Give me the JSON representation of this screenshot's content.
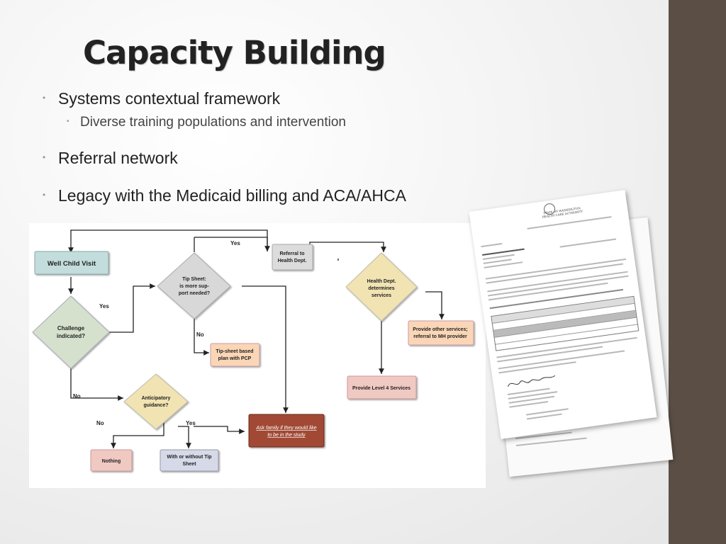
{
  "slide": {
    "title": "Capacity Building",
    "bullets": [
      {
        "text": "Systems contextual framework",
        "level": 1
      },
      {
        "text": "Diverse training populations and intervention",
        "level": 2
      },
      {
        "text": "Referral network",
        "level": 1
      },
      {
        "text": "Legacy with the Medicaid billing and ACA/AHCA",
        "level": 1
      }
    ],
    "bullet_glyph": "•",
    "accent_bar_color": "#5b4f45"
  },
  "flowchart": {
    "nodes": {
      "well_child": "Well Child Visit",
      "challenge": [
        "Challenge",
        "indicated?"
      ],
      "tipsheet_q": [
        "Tip Sheet:",
        "is more sup-",
        "port needed?"
      ],
      "referral_hd": [
        "Referral to",
        "Health Dept."
      ],
      "hd_determines": [
        "Health Dept.",
        "determines",
        "services"
      ],
      "tipsheet_plan": [
        "Tip-sheet based",
        "plan with PCP"
      ],
      "other_services": [
        "Provide other services;",
        "referral to MH provider"
      ],
      "level4": "Provide Level 4 Services",
      "anticipatory": [
        "Anticipatory",
        "guidance?"
      ],
      "ask_family": [
        "Ask family if they would like",
        "to be in the study"
      ],
      "nothing": "Nothing",
      "with_without": [
        "With or without Tip",
        "Sheet"
      ]
    },
    "edge_labels": {
      "yes_top": "Yes",
      "yes_challenge": "Yes",
      "no_tipsheet": "No",
      "no_challenge": "No",
      "no_anticipatory": "No",
      "yes_anticipatory": "Yes"
    },
    "colors": {
      "teal": "#c3dcdc",
      "diamond_gray": "#d8d8d8",
      "diamond_green": "#d5e1cc",
      "diamond_yellow": "#f1e3b2",
      "orange": "#fad6b6",
      "gray_box": "#dcdcdc",
      "pink": "#f0c9c2",
      "purple": "#d6d9e8",
      "dark_red": "#a14a36"
    }
  },
  "document": {
    "description_icons": [
      "state-seal-icon",
      "signature-icon"
    ],
    "header_lines": [
      "STATE OF WASHINGTON",
      "HEALTH CARE AUTHORITY"
    ]
  }
}
